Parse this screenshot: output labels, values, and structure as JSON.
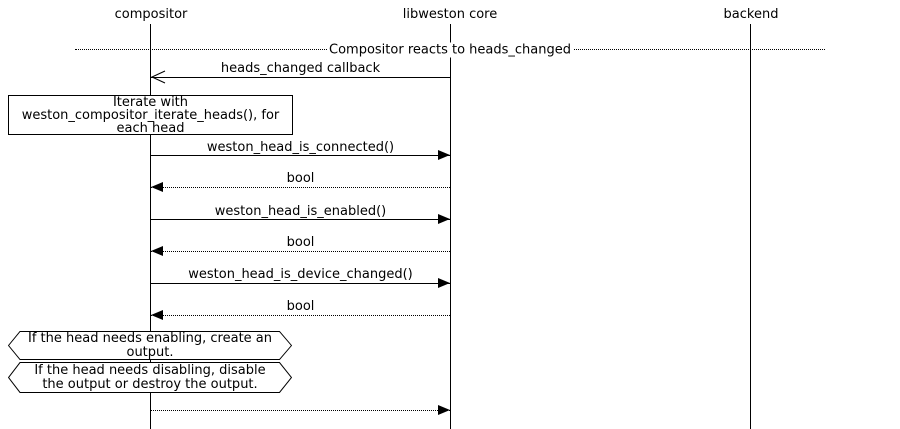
{
  "diagram": {
    "participants": [
      {
        "label": "compositor"
      },
      {
        "label": "libweston core"
      },
      {
        "label": "backend"
      }
    ],
    "divider": {
      "label": "Compositor reacts to heads_changed"
    },
    "messages": [
      {
        "label": "heads_changed callback",
        "from": "libweston core",
        "to": "compositor",
        "line_style": "solid",
        "arrowhead": "open"
      },
      {
        "label": "weston_head_is_connected()",
        "from": "compositor",
        "to": "libweston core",
        "line_style": "solid",
        "arrowhead": "filled"
      },
      {
        "label": "bool",
        "from": "libweston core",
        "to": "compositor",
        "line_style": "dotted",
        "arrowhead": "filled"
      },
      {
        "label": "weston_head_is_enabled()",
        "from": "compositor",
        "to": "libweston core",
        "line_style": "solid",
        "arrowhead": "filled"
      },
      {
        "label": "bool",
        "from": "libweston core",
        "to": "compositor",
        "line_style": "dotted",
        "arrowhead": "filled"
      },
      {
        "label": "weston_head_is_device_changed()",
        "from": "compositor",
        "to": "libweston core",
        "line_style": "solid",
        "arrowhead": "filled"
      },
      {
        "label": "bool",
        "from": "libweston core",
        "to": "compositor",
        "line_style": "dotted",
        "arrowhead": "filled"
      },
      {
        "label": "",
        "from": "compositor",
        "to": "libweston core",
        "line_style": "dotted",
        "arrowhead": "filled"
      }
    ],
    "notes": [
      {
        "shape": "rectangle",
        "text": "Iterate with weston_compositor_iterate_heads(), for each head"
      },
      {
        "shape": "hexagon",
        "text": "If the head needs enabling, create an output."
      },
      {
        "shape": "hexagon",
        "text": "If the head needs disabling, disable the output or destroy the output."
      }
    ],
    "colors": {
      "line": "#000000",
      "text": "#000000",
      "background": "#ffffff"
    }
  }
}
